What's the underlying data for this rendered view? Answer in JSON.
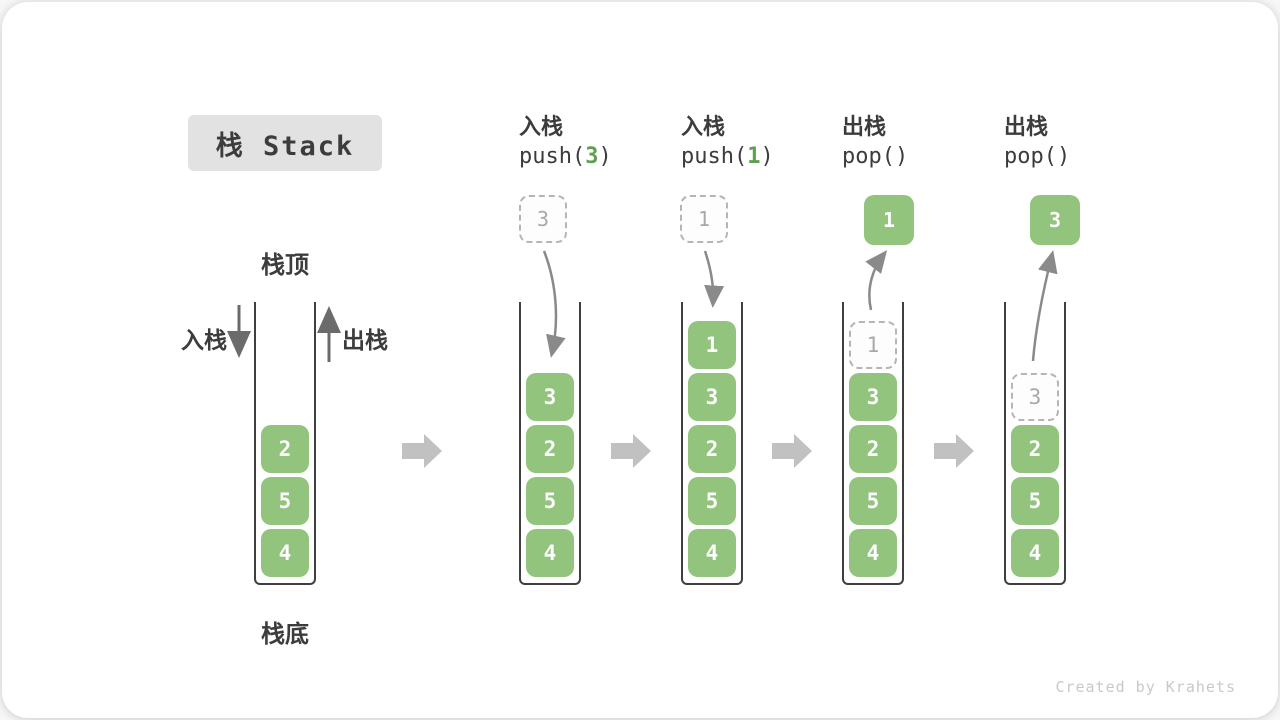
{
  "title": "栈 Stack",
  "watermark": "Created by Krahets",
  "labels": {
    "stack_top": "栈顶",
    "stack_bottom": "栈底",
    "push": "入栈",
    "pop": "出栈"
  },
  "colors": {
    "element_green": "#93c47d",
    "code_arg_green": "#5ca14e",
    "title_box_bg": "#e2e2e2",
    "text_dark": "#3c3c3c",
    "curve_arrow_gray": "#8a8a8a",
    "block_arrow_gray": "#c1c1c1",
    "ghost_gray": "#a8a8a8",
    "wall_dark": "#3f3f3f"
  },
  "stages": [
    {
      "name": "initial",
      "elements": [
        {
          "v": "2",
          "ghost": false
        },
        {
          "v": "5",
          "ghost": false
        },
        {
          "v": "4",
          "ghost": false
        }
      ]
    },
    {
      "name": "after-push-3",
      "op": "入栈",
      "code_pre": "push(",
      "code_arg": "3",
      "code_post": ")",
      "floating": {
        "v": "3",
        "style": "dashed"
      },
      "elements": [
        {
          "v": "3",
          "ghost": false
        },
        {
          "v": "2",
          "ghost": false
        },
        {
          "v": "5",
          "ghost": false
        },
        {
          "v": "4",
          "ghost": false
        }
      ]
    },
    {
      "name": "after-push-1",
      "op": "入栈",
      "code_pre": "push(",
      "code_arg": "1",
      "code_post": ")",
      "floating": {
        "v": "1",
        "style": "dashed"
      },
      "elements": [
        {
          "v": "1",
          "ghost": false
        },
        {
          "v": "3",
          "ghost": false
        },
        {
          "v": "2",
          "ghost": false
        },
        {
          "v": "5",
          "ghost": false
        },
        {
          "v": "4",
          "ghost": false
        }
      ]
    },
    {
      "name": "after-pop-1",
      "op": "出栈",
      "code_pre": "pop()",
      "code_arg": "",
      "code_post": "",
      "floating": {
        "v": "1",
        "style": "solid"
      },
      "elements": [
        {
          "v": "1",
          "ghost": true
        },
        {
          "v": "3",
          "ghost": false
        },
        {
          "v": "2",
          "ghost": false
        },
        {
          "v": "5",
          "ghost": false
        },
        {
          "v": "4",
          "ghost": false
        }
      ]
    },
    {
      "name": "after-pop-3",
      "op": "出栈",
      "code_pre": "pop()",
      "code_arg": "",
      "code_post": "",
      "floating": {
        "v": "3",
        "style": "solid"
      },
      "elements": [
        {
          "v": "3",
          "ghost": true
        },
        {
          "v": "2",
          "ghost": false
        },
        {
          "v": "5",
          "ghost": false
        },
        {
          "v": "4",
          "ghost": false
        }
      ]
    }
  ]
}
